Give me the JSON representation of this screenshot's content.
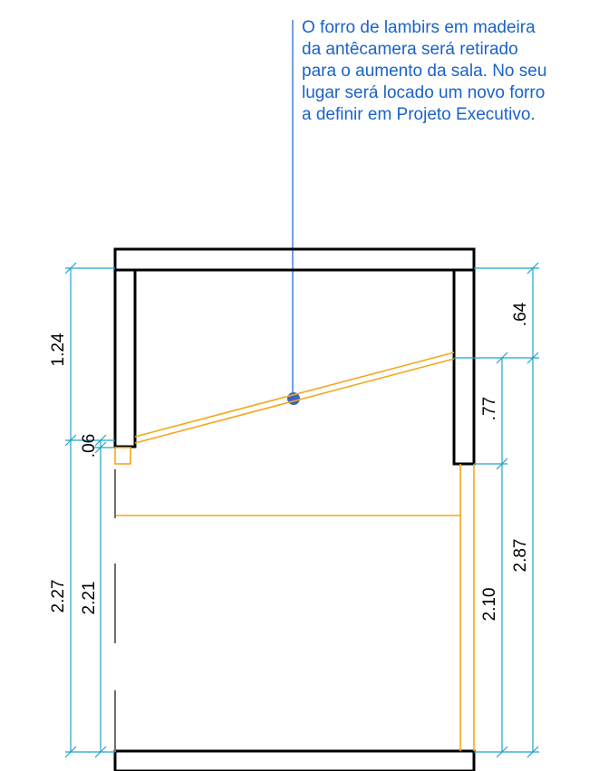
{
  "annotation": {
    "lines": [
      "O forro de lambirs em madeira",
      "da antêcamera será retirado",
      "para o aumento da sala. No seu",
      "lugar será locado um novo forro",
      "a definir em Projeto Executivo."
    ]
  },
  "dimensions": {
    "left_overall": "1.24",
    "left_small": ".06",
    "left_total": "2.27",
    "left_opening": "2.21",
    "right_top": ".64",
    "right_middle": ".77",
    "right_lower": "2.87",
    "right_opening": "2.10"
  },
  "colors": {
    "annotation": "#1a63c9",
    "dimension_lines": "#1fa3c8",
    "walls": "#000000",
    "ceiling_lines": "#f2a81d",
    "marker": "#3a63c6"
  }
}
